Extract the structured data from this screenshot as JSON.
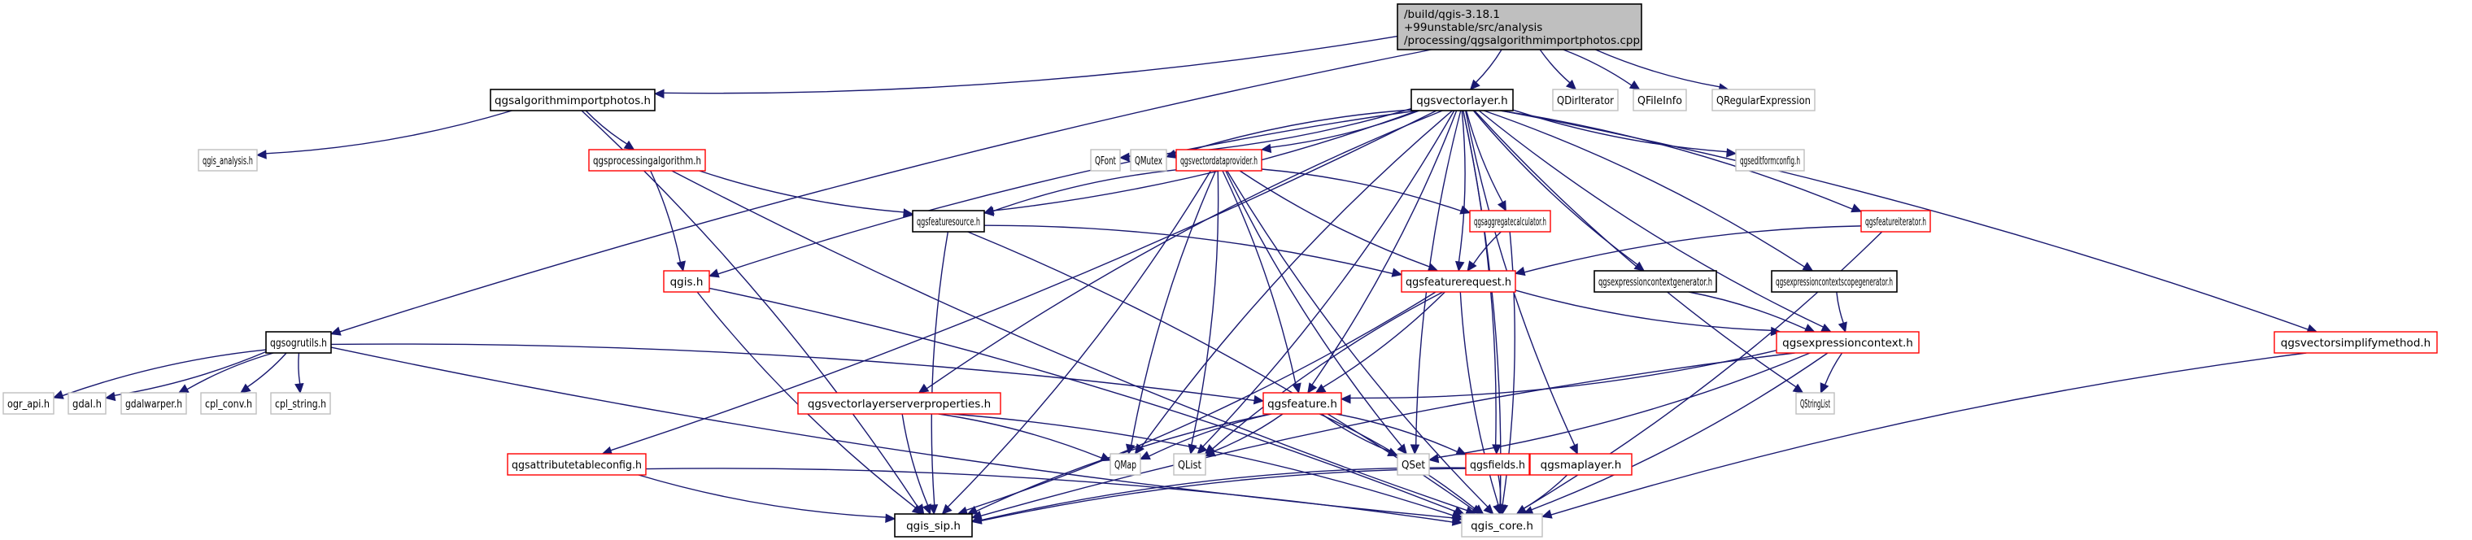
{
  "graph": {
    "title": "Include dependency graph for qgsalgorithmimportphotos.cpp",
    "colors": {
      "root_fill": "#bfbfbf",
      "root_border": "#000000",
      "documented_border": "#000000",
      "incomplete_border": "#ff0000",
      "external_border": "#bfbfbf",
      "edge": "#191970"
    },
    "nodes": [
      {
        "id": "root",
        "label": [
          "/build/qgis-3.18.1",
          "+99unstable/src/analysis",
          "/processing/qgsalgorithmimportphotos.cpp"
        ],
        "kind": "root"
      },
      {
        "id": "qgsalgorithmimportphotos_h",
        "label": [
          "qgsalgorithmimportphotos.h"
        ],
        "kind": "documented"
      },
      {
        "id": "qgsvectorlayer_h",
        "label": [
          "qgsvectorlayer.h"
        ],
        "kind": "documented"
      },
      {
        "id": "QDirIterator",
        "label": [
          "QDirIterator"
        ],
        "kind": "external"
      },
      {
        "id": "QFileInfo",
        "label": [
          "QFileInfo"
        ],
        "kind": "external"
      },
      {
        "id": "QRegularExpression",
        "label": [
          "QRegularExpression"
        ],
        "kind": "external"
      },
      {
        "id": "qgis_analysis_h",
        "label": [
          "qgis_analysis.h"
        ],
        "kind": "external"
      },
      {
        "id": "qgsprocessingalgorithm_h",
        "label": [
          "qgsprocessingalgorithm.h"
        ],
        "kind": "incomplete"
      },
      {
        "id": "QFont",
        "label": [
          "QFont"
        ],
        "kind": "external"
      },
      {
        "id": "QMutex",
        "label": [
          "QMutex"
        ],
        "kind": "external"
      },
      {
        "id": "qgsvectordataprovider_h",
        "label": [
          "qgsvectordataprovider.h"
        ],
        "kind": "incomplete"
      },
      {
        "id": "qgseditformconfig_h",
        "label": [
          "qgseditformconfig.h"
        ],
        "kind": "external"
      },
      {
        "id": "qgsfeaturesource_h",
        "label": [
          "qgsfeaturesource.h"
        ],
        "kind": "documented"
      },
      {
        "id": "qgsaggregatecalculator_h",
        "label": [
          "qgsaggregatecalculator.h"
        ],
        "kind": "incomplete"
      },
      {
        "id": "qgsfeatureiterator_h",
        "label": [
          "qgsfeatureiterator.h"
        ],
        "kind": "incomplete"
      },
      {
        "id": "qgis_h",
        "label": [
          "qgis.h"
        ],
        "kind": "incomplete"
      },
      {
        "id": "qgsfeaturerequest_h",
        "label": [
          "qgsfeaturerequest.h"
        ],
        "kind": "incomplete"
      },
      {
        "id": "qgsexpressioncontextgenerator_h",
        "label": [
          "qgsexpressioncontextgenerator.h"
        ],
        "kind": "documented"
      },
      {
        "id": "qgsexpressioncontextscopegenerator_h",
        "label": [
          "qgsexpressioncontextscopegenerator.h"
        ],
        "kind": "documented"
      },
      {
        "id": "qgsogrutils_h",
        "label": [
          "qgsogrutils.h"
        ],
        "kind": "documented"
      },
      {
        "id": "qgsexpressioncontext_h",
        "label": [
          "qgsexpressioncontext.h"
        ],
        "kind": "incomplete"
      },
      {
        "id": "qgsvectorsimplifymethod_h",
        "label": [
          "qgsvectorsimplifymethod.h"
        ],
        "kind": "incomplete"
      },
      {
        "id": "ogr_api_h",
        "label": [
          "ogr_api.h"
        ],
        "kind": "external"
      },
      {
        "id": "gdal_h",
        "label": [
          "gdal.h"
        ],
        "kind": "external"
      },
      {
        "id": "gdalwarper_h",
        "label": [
          "gdalwarper.h"
        ],
        "kind": "external"
      },
      {
        "id": "cpl_conv_h",
        "label": [
          "cpl_conv.h"
        ],
        "kind": "external"
      },
      {
        "id": "cpl_string_h",
        "label": [
          "cpl_string.h"
        ],
        "kind": "external"
      },
      {
        "id": "qgsvectorlayerserverproperties_h",
        "label": [
          "qgsvectorlayerserverproperties.h"
        ],
        "kind": "incomplete"
      },
      {
        "id": "qgsfeature_h",
        "label": [
          "qgsfeature.h"
        ],
        "kind": "incomplete"
      },
      {
        "id": "QStringList",
        "label": [
          "QStringList"
        ],
        "kind": "external"
      },
      {
        "id": "qgsattributetableconfig_h",
        "label": [
          "qgsattributetableconfig.h"
        ],
        "kind": "incomplete"
      },
      {
        "id": "QMap",
        "label": [
          "QMap"
        ],
        "kind": "external"
      },
      {
        "id": "QList",
        "label": [
          "QList"
        ],
        "kind": "external"
      },
      {
        "id": "QSet",
        "label": [
          "QSet"
        ],
        "kind": "external"
      },
      {
        "id": "qgsfields_h",
        "label": [
          "qgsfields.h"
        ],
        "kind": "incomplete"
      },
      {
        "id": "qgsmaplayer_h",
        "label": [
          "qgsmaplayer.h"
        ],
        "kind": "incomplete"
      },
      {
        "id": "qgis_sip_h",
        "label": [
          "qgis_sip.h"
        ],
        "kind": "documented"
      },
      {
        "id": "qgis_core_h",
        "label": [
          "qgis_core.h"
        ],
        "kind": "external"
      }
    ],
    "edges": [
      [
        "root",
        "qgsvectorlayer_h"
      ],
      [
        "root",
        "QDirIterator"
      ],
      [
        "root",
        "QFileInfo"
      ],
      [
        "root",
        "QRegularExpression"
      ],
      [
        "root",
        "qgsalgorithmimportphotos_h"
      ],
      [
        "root",
        "qgsogrutils_h"
      ],
      [
        "qgsalgorithmimportphotos_h",
        "qgis_analysis_h"
      ],
      [
        "qgsalgorithmimportphotos_h",
        "qgsprocessingalgorithm_h"
      ],
      [
        "qgsalgorithmimportphotos_h",
        "qgis_sip_h"
      ],
      [
        "qgsprocessingalgorithm_h",
        "qgsfeaturesource_h"
      ],
      [
        "qgsprocessingalgorithm_h",
        "qgis_h"
      ],
      [
        "qgsprocessingalgorithm_h",
        "qgis_core_h"
      ],
      [
        "qgsvectorlayer_h",
        "QFont"
      ],
      [
        "qgsvectorlayer_h",
        "QMutex"
      ],
      [
        "qgsvectorlayer_h",
        "qgsvectordataprovider_h"
      ],
      [
        "qgsvectorlayer_h",
        "qgseditformconfig_h"
      ],
      [
        "qgsvectorlayer_h",
        "qgsfeaturesource_h"
      ],
      [
        "qgsvectorlayer_h",
        "qgsaggregatecalculator_h"
      ],
      [
        "qgsvectorlayer_h",
        "qgsfeatureiterator_h"
      ],
      [
        "qgsvectorlayer_h",
        "qgis_h"
      ],
      [
        "qgsvectorlayer_h",
        "qgsfeaturerequest_h"
      ],
      [
        "qgsvectorlayer_h",
        "qgsexpressioncontextgenerator_h"
      ],
      [
        "qgsvectorlayer_h",
        "qgsexpressioncontextscopegenerator_h"
      ],
      [
        "qgsvectorlayer_h",
        "qgsexpressioncontext_h"
      ],
      [
        "qgsvectorlayer_h",
        "qgsvectorsimplifymethod_h"
      ],
      [
        "qgsvectorlayer_h",
        "qgsvectorlayerserverproperties_h"
      ],
      [
        "qgsvectorlayer_h",
        "qgsfeature_h"
      ],
      [
        "qgsvectorlayer_h",
        "QStringList"
      ],
      [
        "qgsvectorlayer_h",
        "qgsattributetableconfig_h"
      ],
      [
        "qgsvectorlayer_h",
        "QMap"
      ],
      [
        "qgsvectorlayer_h",
        "QList"
      ],
      [
        "qgsvectorlayer_h",
        "QSet"
      ],
      [
        "qgsvectorlayer_h",
        "qgsfields_h"
      ],
      [
        "qgsvectorlayer_h",
        "qgsmaplayer_h"
      ],
      [
        "qgsvectorlayer_h",
        "qgis_core_h"
      ],
      [
        "qgsvectordataprovider_h",
        "qgsfeaturesource_h"
      ],
      [
        "qgsvectordataprovider_h",
        "qgsaggregatecalculator_h"
      ],
      [
        "qgsvectordataprovider_h",
        "qgsfeaturerequest_h"
      ],
      [
        "qgsvectordataprovider_h",
        "qgsfeature_h"
      ],
      [
        "qgsvectordataprovider_h",
        "QMap"
      ],
      [
        "qgsvectordataprovider_h",
        "QList"
      ],
      [
        "qgsvectordataprovider_h",
        "QSet"
      ],
      [
        "qgsvectordataprovider_h",
        "qgis_sip_h"
      ],
      [
        "qgsvectordataprovider_h",
        "qgis_core_h"
      ],
      [
        "qgsfeaturesource_h",
        "qgsfeaturerequest_h"
      ],
      [
        "qgsfeaturesource_h",
        "qgis_sip_h"
      ],
      [
        "qgsfeaturesource_h",
        "qgis_core_h"
      ],
      [
        "qgsaggregatecalculator_h",
        "qgsfeaturerequest_h"
      ],
      [
        "qgsaggregatecalculator_h",
        "qgis_core_h"
      ],
      [
        "qgsfeatureiterator_h",
        "qgsfeaturerequest_h"
      ],
      [
        "qgsfeatureiterator_h",
        "qgis_core_h"
      ],
      [
        "qgis_h",
        "qgis_sip_h"
      ],
      [
        "qgis_h",
        "qgis_core_h"
      ],
      [
        "qgsfeaturerequest_h",
        "qgsexpressioncontext_h"
      ],
      [
        "qgsfeaturerequest_h",
        "qgsfeature_h"
      ],
      [
        "qgsfeaturerequest_h",
        "QList"
      ],
      [
        "qgsfeaturerequest_h",
        "qgis_sip_h"
      ],
      [
        "qgsfeaturerequest_h",
        "qgis_core_h"
      ],
      [
        "qgsexpressioncontextgenerator_h",
        "qgsexpressioncontext_h"
      ],
      [
        "qgsexpressioncontextscopegenerator_h",
        "qgsexpressioncontext_h"
      ],
      [
        "qgsexpressioncontext_h",
        "qgsfeature_h"
      ],
      [
        "qgsexpressioncontext_h",
        "QStringList"
      ],
      [
        "qgsexpressioncontext_h",
        "QSet"
      ],
      [
        "qgsexpressioncontext_h",
        "qgis_sip_h"
      ],
      [
        "qgsexpressioncontext_h",
        "qgis_core_h"
      ],
      [
        "qgsogrutils_h",
        "ogr_api_h"
      ],
      [
        "qgsogrutils_h",
        "gdal_h"
      ],
      [
        "qgsogrutils_h",
        "gdalwarper_h"
      ],
      [
        "qgsogrutils_h",
        "cpl_conv_h"
      ],
      [
        "qgsogrutils_h",
        "cpl_string_h"
      ],
      [
        "qgsogrutils_h",
        "qgsfeature_h"
      ],
      [
        "qgsogrutils_h",
        "qgis_core_h"
      ],
      [
        "qgsvectorlayerserverproperties_h",
        "QMap"
      ],
      [
        "qgsvectorlayerserverproperties_h",
        "qgis_sip_h"
      ],
      [
        "qgsvectorlayerserverproperties_h",
        "qgis_core_h"
      ],
      [
        "qgsfeature_h",
        "QMap"
      ],
      [
        "qgsfeature_h",
        "QList"
      ],
      [
        "qgsfeature_h",
        "QSet"
      ],
      [
        "qgsfeature_h",
        "qgsfields_h"
      ],
      [
        "qgsfeature_h",
        "qgis_sip_h"
      ],
      [
        "qgsfeature_h",
        "qgis_core_h"
      ],
      [
        "qgsattributetableconfig_h",
        "qgis_sip_h"
      ],
      [
        "qgsattributetableconfig_h",
        "qgis_core_h"
      ],
      [
        "qgsfields_h",
        "qgis_sip_h"
      ],
      [
        "qgsfields_h",
        "qgis_core_h"
      ],
      [
        "qgsmaplayer_h",
        "qgis_sip_h"
      ],
      [
        "qgsmaplayer_h",
        "qgis_core_h"
      ],
      [
        "qgsvectorsimplifymethod_h",
        "qgis_core_h"
      ]
    ]
  }
}
